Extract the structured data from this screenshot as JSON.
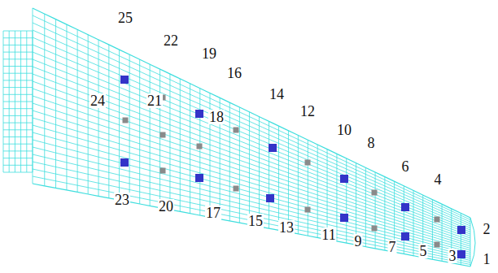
{
  "diagram": {
    "labels": [
      "25",
      "22",
      "19",
      "16",
      "14",
      "12",
      "10",
      "8",
      "6",
      "4",
      "2",
      "24",
      "21",
      "18",
      "23",
      "20",
      "17",
      "15",
      "13",
      "11",
      "9",
      "7",
      "5",
      "3",
      "1"
    ]
  }
}
